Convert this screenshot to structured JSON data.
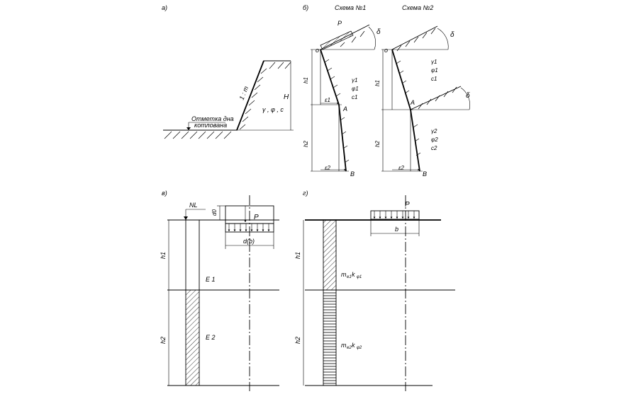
{
  "panels": {
    "a": {
      "label": "а)"
    },
    "b": {
      "label": "б)",
      "scheme1": "Схема №1",
      "scheme2": "Схема №2"
    },
    "v": {
      "label": "в)"
    },
    "g": {
      "label": "г)"
    }
  },
  "a": {
    "bottom_mark_line1": "Отметка дна",
    "bottom_mark_line2": "котлована",
    "slope_ratio": "1 : m",
    "height": "H",
    "soil_params": "γ , φ , с"
  },
  "b": {
    "load": "P",
    "angle": "δ",
    "origin": "o",
    "point_a": "A",
    "point_b": "B",
    "h1": "h1",
    "h2": "h2",
    "e1": "ε1",
    "e2": "ε2",
    "layer1": {
      "gamma": "γ1",
      "phi": "φ1",
      "c": "с1"
    },
    "layer2": {
      "gamma": "γ2",
      "phi": "φ2",
      "c": "с2"
    }
  },
  "v": {
    "nl": "NL",
    "load": "P",
    "depth": "d0",
    "width": "d(b)",
    "h1": "h1",
    "h2": "h2",
    "e1": "E 1",
    "e2": "E 2"
  },
  "g": {
    "load": "P",
    "width": "b",
    "h1": "h1",
    "h2": "h2",
    "coef1": "m",
    "coef1_sub": "e1",
    "coef1_k": "k",
    "coef1_ksub": "φ1",
    "coef2": "m",
    "coef2_sub": "e2",
    "coef2_k": "k",
    "coef2_ksub": "φ2"
  }
}
